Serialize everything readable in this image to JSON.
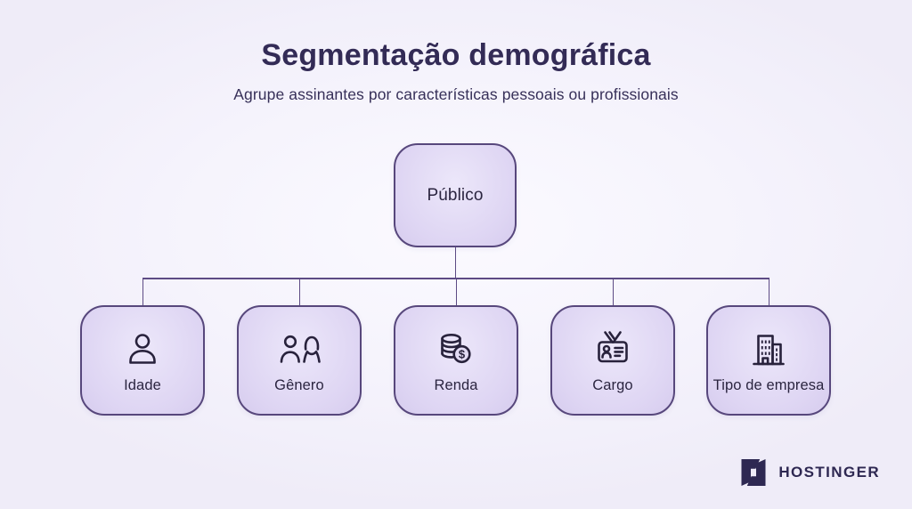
{
  "header": {
    "title": "Segmentação demográfica",
    "subtitle": "Agrupe assinantes por características pessoais ou profissionais"
  },
  "diagram": {
    "root": {
      "label": "Público"
    },
    "children": [
      {
        "label": "Idade",
        "icon": "person-icon"
      },
      {
        "label": "Gênero",
        "icon": "gender-people-icon"
      },
      {
        "label": "Renda",
        "icon": "coins-dollar-icon"
      },
      {
        "label": "Cargo",
        "icon": "id-badge-icon"
      },
      {
        "label": "Tipo de empresa",
        "icon": "building-icon"
      }
    ]
  },
  "branding": {
    "logo_text": "HOSTINGER",
    "logo_icon": "hostinger-h-icon"
  },
  "colors": {
    "background": "#f2f0fa",
    "node_fill": "#ddd5f2",
    "node_border": "#57477c",
    "connector_line": "#5d4b85",
    "title_text": "#332b56",
    "icon_stroke": "#28223c",
    "logo_color": "#2e2852"
  }
}
